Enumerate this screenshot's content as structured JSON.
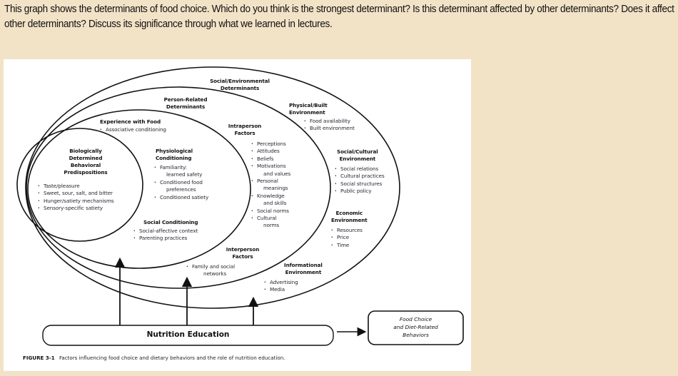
{
  "question": {
    "text": "This graph shows the determinants of food choice. Which do you think is the strongest determinant? Is this determinant affected by other determinants? Does it affect other determinants? Discuss its significance through what we learned in lectures."
  },
  "figure": {
    "colors": {
      "page_background": "#f2e3c7",
      "figure_background": "#ffffff",
      "line": "#111111"
    },
    "rings": {
      "social_environmental": {
        "title_line1": "Social/Environmental",
        "title_line2": "Determinants"
      },
      "person_related": {
        "title_line1": "Person-Related",
        "title_line2": "Determinants"
      },
      "experience_with_food": {
        "title": "Experience with Food",
        "items": [
          "Associative conditioning"
        ]
      },
      "biological": {
        "title_line1": "Biologically",
        "title_line2": "Determined",
        "title_line3": "Behavioral",
        "title_line4": "Predispositions",
        "items": [
          "Taste/pleasure",
          "Sweet, sour, salt, and bitter",
          "Hunger/satiety mechanisms",
          "Sensory-specific satiety"
        ]
      }
    },
    "physiological_conditioning": {
      "title_line1": "Physiological",
      "title_line2": "Conditioning",
      "items": [
        {
          "line1": "Familiarity:",
          "line2": "learned safety"
        },
        {
          "line1": "Conditioned food",
          "line2": "preferences"
        },
        {
          "line1": "Conditioned satiety",
          "line2": ""
        }
      ]
    },
    "social_conditioning": {
      "title": "Social Conditioning",
      "items": [
        "Social-affective context",
        "Parenting practices"
      ]
    },
    "intraperson_factors": {
      "title_line1": "Intraperson",
      "title_line2": "Factors",
      "items": [
        {
          "line1": "Perceptions",
          "line2": ""
        },
        {
          "line1": "Attitudes",
          "line2": ""
        },
        {
          "line1": "Beliefs",
          "line2": ""
        },
        {
          "line1": "Motivations",
          "line2": "and values"
        },
        {
          "line1": "Personal",
          "line2": "meanings"
        },
        {
          "line1": "Knowledge",
          "line2": "and skills"
        },
        {
          "line1": "Social norms",
          "line2": ""
        },
        {
          "line1": "Cultural",
          "line2": "norms"
        }
      ]
    },
    "interperson_factors": {
      "title_line1": "Interperson",
      "title_line2": "Factors",
      "item_line1": "Family and social",
      "item_line2": "networks"
    },
    "physical_built_environment": {
      "title_line1": "Physical/Built",
      "title_line2": "Environment",
      "items": [
        "Food availability",
        "Built environment"
      ]
    },
    "social_cultural_environment": {
      "title_line1": "Social/Cultural",
      "title_line2": "Environment",
      "items": [
        "Social relations",
        "Cultural practices",
        "Social structures",
        "Public policy"
      ]
    },
    "economic_environment": {
      "title_line1": "Economic",
      "title_line2": "Environment",
      "items": [
        "Resources",
        "Price",
        "Time"
      ]
    },
    "informational_environment": {
      "title_line1": "Informational",
      "title_line2": "Environment",
      "items": [
        "Advertising",
        "Media"
      ]
    },
    "nutrition_education": {
      "label": "Nutrition Education"
    },
    "outcome": {
      "line1": "Food Choice",
      "line2": "and Diet-Related",
      "line3": "Behaviors"
    },
    "caption": {
      "figure_number": "FIGURE 3-1",
      "text": "Factors influencing food choice and dietary behaviors and the role of nutrition education."
    }
  }
}
